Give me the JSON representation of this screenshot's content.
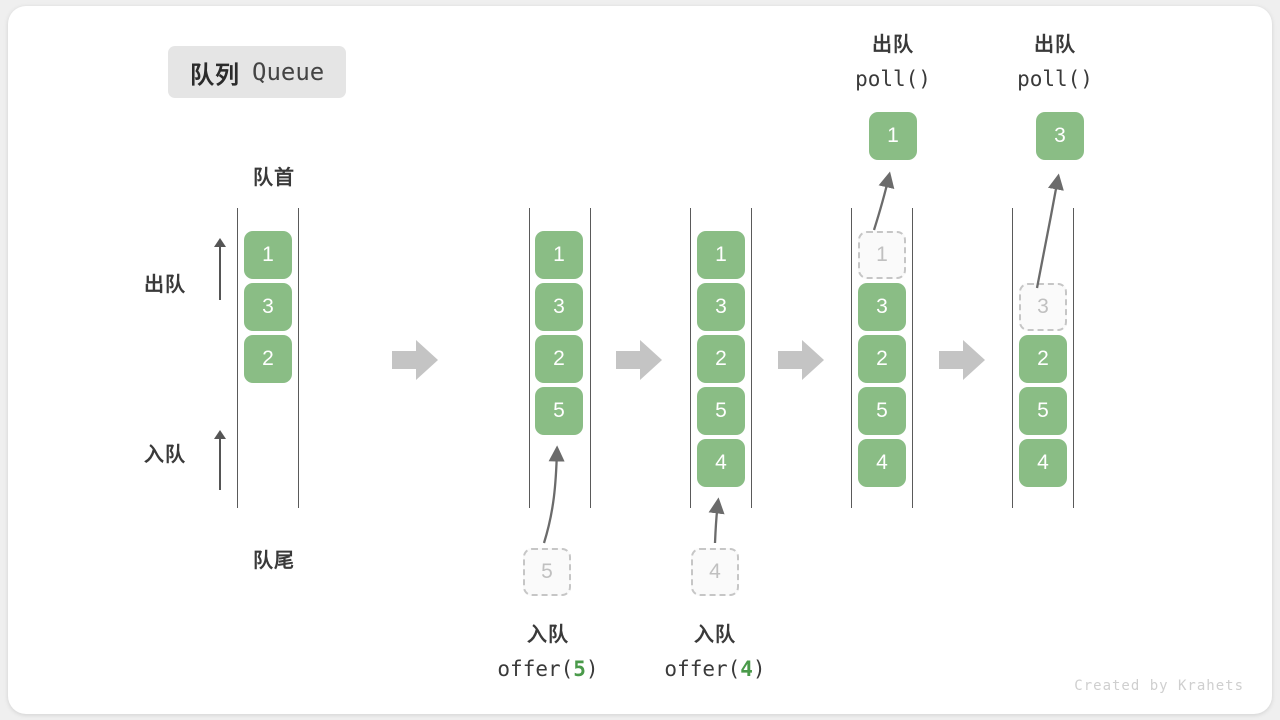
{
  "title": {
    "cn": "队列",
    "en": "Queue"
  },
  "labels": {
    "head": "队首",
    "tail": "队尾",
    "dequeue": "出队",
    "enqueue": "入队"
  },
  "colors": {
    "cell_fill": "#8abd85",
    "cell_text": "#ffffff",
    "ghost_border": "#c6c6c6",
    "ghost_text": "#c0c0c0",
    "rail": "#5a5a5a",
    "step_arrow": "#c4c4c4",
    "accent_number": "#4a9a4a",
    "badge_bg": "#e5e5e5",
    "card_bg": "#ffffff",
    "page_bg": "#efefef"
  },
  "columns": [
    {
      "name": "initial",
      "cells": [
        {
          "value": "1",
          "state": "full"
        },
        {
          "value": "3",
          "state": "full"
        },
        {
          "value": "2",
          "state": "full"
        }
      ]
    },
    {
      "name": "after-offer-5",
      "cells": [
        {
          "value": "1",
          "state": "full"
        },
        {
          "value": "3",
          "state": "full"
        },
        {
          "value": "2",
          "state": "full"
        },
        {
          "value": "5",
          "state": "full"
        }
      ],
      "incoming": {
        "value": "5",
        "state": "ghost"
      },
      "caption": {
        "line1": "入队",
        "op": "offer(",
        "num": "5",
        "close": ")"
      }
    },
    {
      "name": "after-offer-4",
      "cells": [
        {
          "value": "1",
          "state": "full"
        },
        {
          "value": "3",
          "state": "full"
        },
        {
          "value": "2",
          "state": "full"
        },
        {
          "value": "5",
          "state": "full"
        },
        {
          "value": "4",
          "state": "full"
        }
      ],
      "incoming": {
        "value": "4",
        "state": "ghost"
      },
      "caption": {
        "line1": "入队",
        "op": "offer(",
        "num": "4",
        "close": ")"
      }
    },
    {
      "name": "after-poll-1",
      "cells": [
        {
          "value": "1",
          "state": "ghost"
        },
        {
          "value": "3",
          "state": "full"
        },
        {
          "value": "2",
          "state": "full"
        },
        {
          "value": "5",
          "state": "full"
        },
        {
          "value": "4",
          "state": "full"
        }
      ],
      "outgoing": {
        "value": "1",
        "state": "full"
      },
      "caption_top": {
        "line1": "出队",
        "line2": "poll()"
      }
    },
    {
      "name": "after-poll-3",
      "cells": [
        {
          "value": "",
          "state": "empty"
        },
        {
          "value": "3",
          "state": "ghost"
        },
        {
          "value": "2",
          "state": "full"
        },
        {
          "value": "5",
          "state": "full"
        },
        {
          "value": "4",
          "state": "full"
        }
      ],
      "outgoing": {
        "value": "3",
        "state": "full"
      },
      "caption_top": {
        "line1": "出队",
        "line2": "poll()"
      }
    }
  ],
  "watermark": "Created by Krahets"
}
